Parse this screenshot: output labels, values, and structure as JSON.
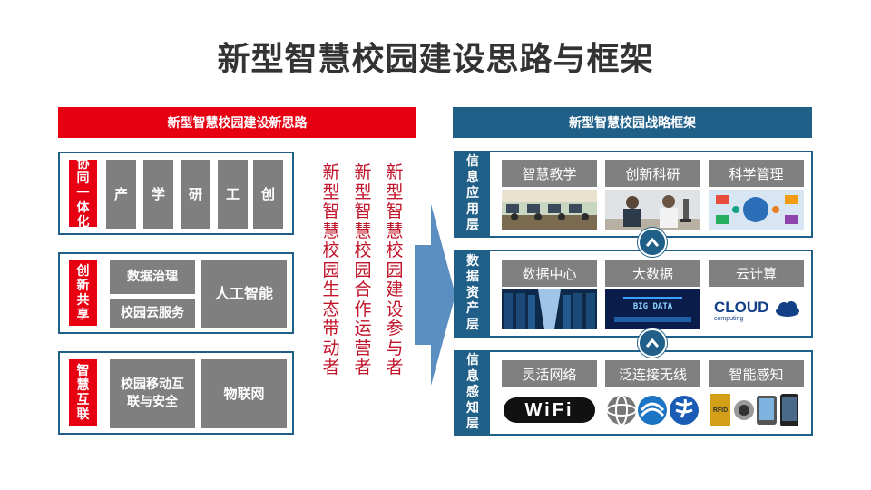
{
  "title": "新型智慧校园建设思路与框架",
  "left": {
    "header": "新型智慧校园建设新思路",
    "groups": [
      {
        "label": "协同一体化",
        "items": [
          "产",
          "学",
          "研",
          "工",
          "创"
        ]
      },
      {
        "label": "创新共享",
        "items": [
          "数据治理",
          "校园云服务",
          "人工智能"
        ]
      },
      {
        "label": "智慧互联",
        "items": [
          "校园移动互联与安全",
          "物联网"
        ]
      }
    ],
    "roles": [
      "新型智慧校园建设参与者",
      "新型智慧校园合作运营者",
      "新型智慧校园生态带动者"
    ]
  },
  "right": {
    "header": "新型智慧校园战略框架",
    "layers": [
      {
        "label": "信息应用层",
        "panels": [
          "智慧教学",
          "创新科研",
          "科学管理"
        ]
      },
      {
        "label": "数据资产层",
        "panels": [
          "数据中心",
          "大数据",
          "云计算"
        ]
      },
      {
        "label": "信息感知层",
        "panels": [
          "灵活网络",
          "泛连接无线",
          "智能感知"
        ]
      }
    ],
    "image_text": {
      "bigdata": "BIG DATA",
      "cloud": "CLOUD",
      "cloud_sub": "computing",
      "wifi": "WiFi",
      "rfid": "RFID"
    }
  },
  "colors": {
    "red": "#e60012",
    "blue": "#1f5f88",
    "gray": "#7f7f7f",
    "role_text": "#c0142a"
  }
}
